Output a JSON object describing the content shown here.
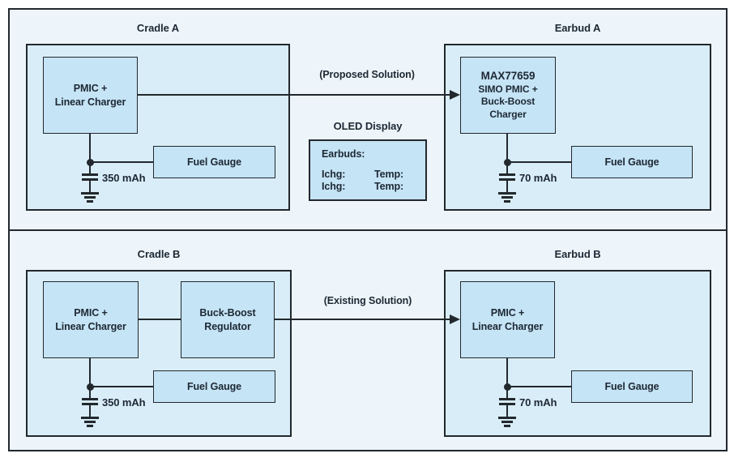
{
  "colors": {
    "border": "#22282d",
    "text": "#1d2833",
    "panel_bg": "#edf5fb",
    "container_bg": "#d9edf8",
    "block_bg": "#c5e4f6",
    "page_bg": "#ffffff"
  },
  "top": {
    "cradle": {
      "title": "Cradle A",
      "pmic": "PMIC +\nLinear Charger",
      "fuel_gauge": "Fuel Gauge",
      "battery": "350 mAh"
    },
    "link_label": "(Proposed Solution)",
    "oled": {
      "title": "OLED Display",
      "header": "Earbuds:",
      "row1": {
        "ichg": "Ichg:",
        "temp": "Temp:"
      },
      "row2": {
        "ichg": "Ichg:",
        "temp": "Temp:"
      }
    },
    "earbud": {
      "title": "Earbud A",
      "part": "MAX77659",
      "part_desc": "SIMO PMIC +\nBuck-Boost\nCharger",
      "fuel_gauge": "Fuel Gauge",
      "battery": "70 mAh"
    }
  },
  "bottom": {
    "cradle": {
      "title": "Cradle B",
      "pmic": "PMIC +\nLinear Charger",
      "regulator": "Buck-Boost\nRegulator",
      "fuel_gauge": "Fuel Gauge",
      "battery": "350 mAh"
    },
    "link_label": "(Existing Solution)",
    "earbud": {
      "title": "Earbud B",
      "pmic": "PMIC +\nLinear Charger",
      "fuel_gauge": "Fuel Gauge",
      "battery": "70 mAh"
    }
  }
}
